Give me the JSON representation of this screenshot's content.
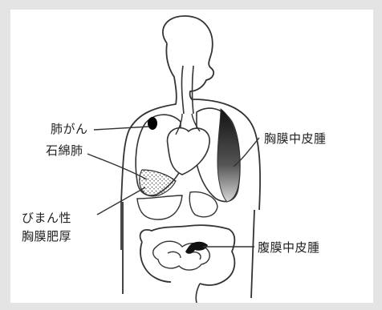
{
  "labels": {
    "lung_cancer": "肺がん",
    "asbestosis": "石綿肺",
    "pleural_thickening_line1": "びまん性",
    "pleural_thickening_line2": "胸膜肥厚",
    "pleural_mesothelioma": "胸膜中皮腫",
    "peritoneal_mesothelioma": "腹膜中皮腫"
  },
  "colors": {
    "background": "#e4e4e4",
    "panel": "#ffffff",
    "line": "#333333"
  }
}
